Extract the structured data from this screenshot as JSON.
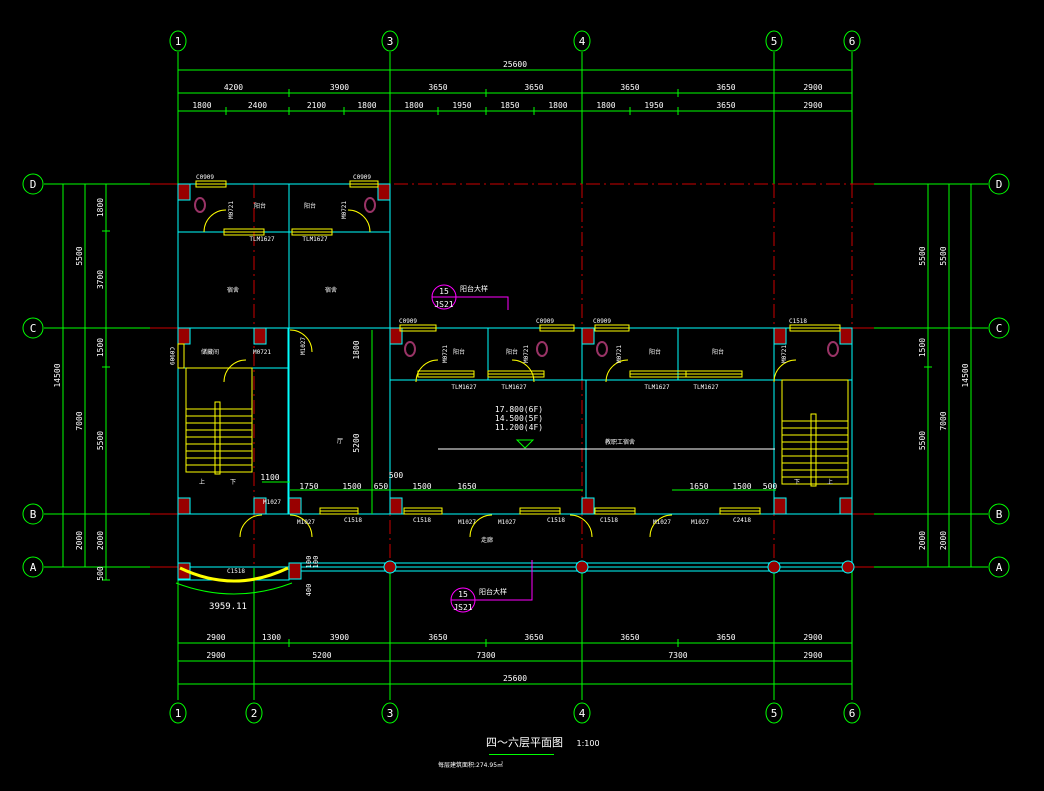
{
  "drawing": {
    "title": "四～六层平面图",
    "scale": "1:100",
    "area_note": "每层建筑面积:274.95㎡",
    "colors": {
      "background": "#000000",
      "dimension": "#00ff00",
      "wall": "#00ffff",
      "axis": "#cc0000",
      "column": "#990000",
      "window": "#ffff00",
      "fixture": "#993366",
      "callout": "#ff00ff",
      "text": "#ffffff"
    }
  },
  "axes": {
    "vertical": [
      "1",
      "2",
      "3",
      "4",
      "5",
      "6"
    ],
    "horizontal": [
      "A",
      "B",
      "C",
      "D"
    ]
  },
  "dims": {
    "top_total": "25600",
    "top_row1": [
      "4200",
      "3900",
      "3650",
      "3650",
      "3650",
      "3650",
      "2900"
    ],
    "top_row2": [
      "1800",
      "2400",
      "2100",
      "1800",
      "1800",
      "1950",
      "1850",
      "1800",
      "1800",
      "1950",
      "3650",
      "2900"
    ],
    "bottom_row1": [
      "2900",
      "1300",
      "3900",
      "3650",
      "3650",
      "3650",
      "3650",
      "2900"
    ],
    "bottom_row2": [
      "2900",
      "5200",
      "7300",
      "7300",
      "2900"
    ],
    "bottom_total": "25600",
    "left_outer": "14500",
    "left_mid": [
      "5500",
      "7000",
      "2000"
    ],
    "left_inner": [
      "1800",
      "3700",
      "1500",
      "5500",
      "2000",
      "500"
    ],
    "right_inner": [
      "5500",
      "1500",
      "5500",
      "2000"
    ],
    "right_mid": [
      "5500",
      "7000",
      "2000"
    ],
    "right_outer": "14500",
    "interior": [
      "1100",
      "1750",
      "1500",
      "650",
      "500",
      "1500",
      "1650",
      "1650",
      "1500",
      "500",
      "1800",
      "5200",
      "400",
      "100",
      "100",
      "3959.11"
    ]
  },
  "labels": {
    "windows": [
      "C0909",
      "C0909",
      "C0909",
      "C0909",
      "C0909",
      "C1518",
      "C0909",
      "C1518",
      "C1518",
      "C1518",
      "C1518",
      "C1518",
      "C2418"
    ],
    "doors": [
      "M0721",
      "M0721",
      "M0721",
      "M0721",
      "M0721",
      "M0721",
      "M0721",
      "M1027",
      "M1027",
      "M1027",
      "M1027",
      "M1027",
      "M1027",
      "M1027"
    ],
    "tlm": [
      "TLM1627",
      "TLM1627",
      "TLM1627",
      "TLM1627",
      "TLM1627",
      "TLM1627"
    ],
    "rooms": {
      "balcony": "阳台",
      "bedroom": "宿舍",
      "storage": "储藏间",
      "hall": "厅",
      "corridor": "走廊",
      "office": "教职工宿舍",
      "stair_up": "上",
      "stair_down": "下"
    },
    "elevations": [
      "17.800(6F)",
      "14.500(5F)",
      "11.200(4F)"
    ],
    "callouts": [
      {
        "num": "15",
        "ref": "JS21",
        "text": "阳台大样"
      },
      {
        "num": "15",
        "ref": "JS21",
        "text": "阳台大样"
      }
    ]
  }
}
